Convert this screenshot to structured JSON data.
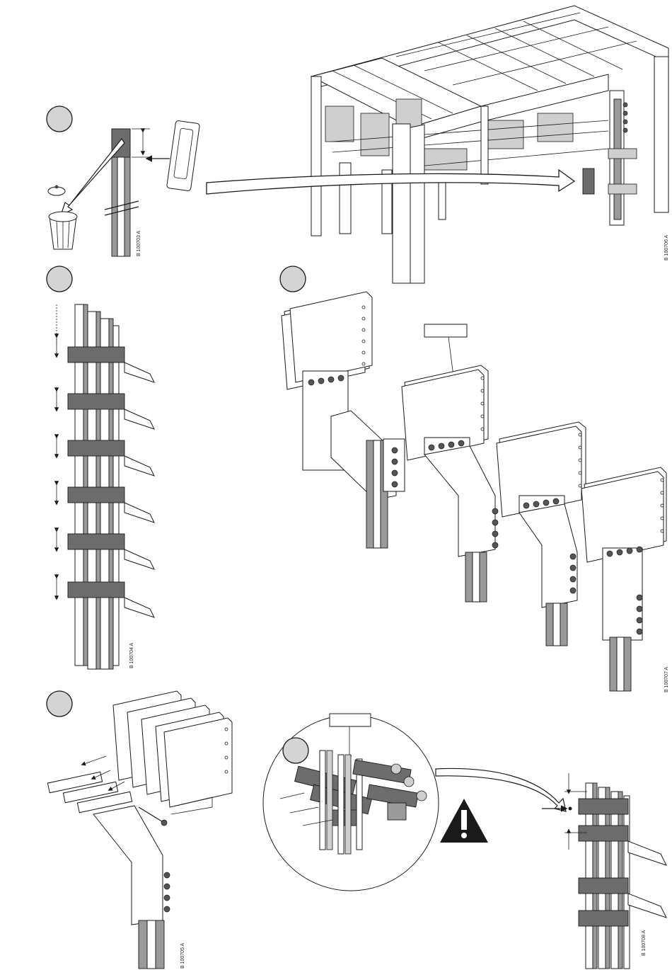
{
  "figure_refs": {
    "step1_ref": "B 100703 A",
    "cubicle_ref": "B 100706 A",
    "step2_ref": "B 100704 A",
    "step3_ref": "B 100707 A",
    "step4_ref": "B 100705 A",
    "step5_ref": "B 100708 A"
  },
  "icons": [
    "trash-bin-icon",
    "warning-triangle-icon"
  ]
}
